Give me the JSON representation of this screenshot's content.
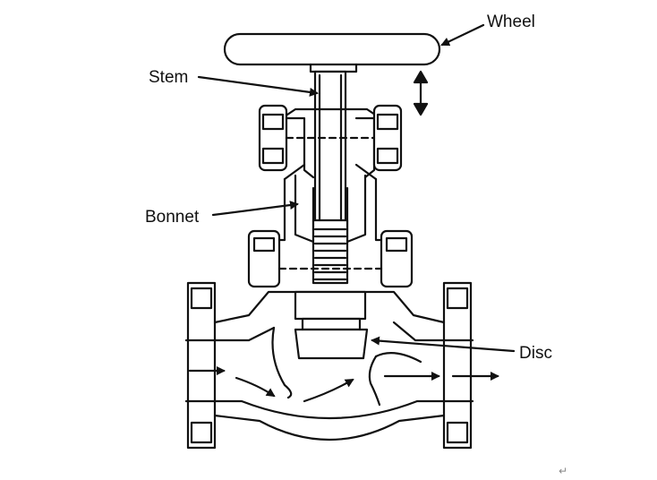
{
  "labels": {
    "wheel": "Wheel",
    "stem": "Stem",
    "bonnet": "Bonnet",
    "disc": "Disc"
  },
  "corner_mark": "↵",
  "colors": {
    "ink": "#111111",
    "background": "#ffffff"
  }
}
